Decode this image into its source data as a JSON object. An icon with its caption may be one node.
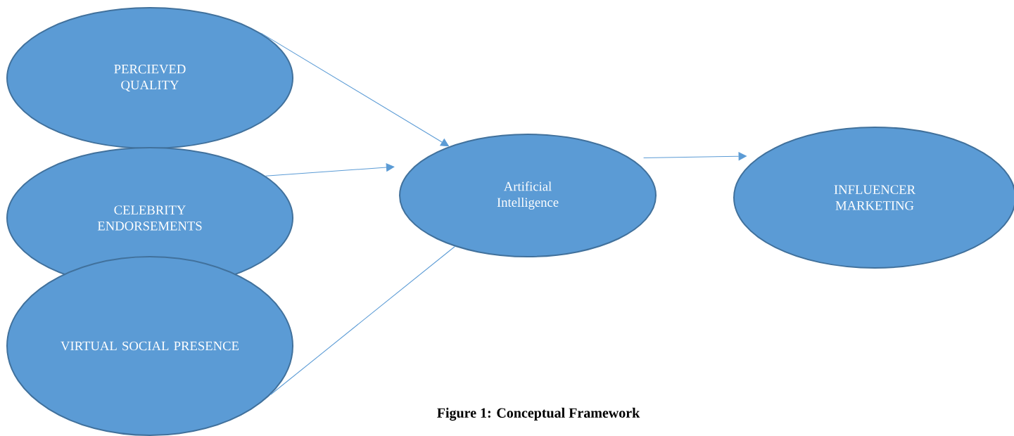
{
  "diagram": {
    "caption": "Figure 1: Conceptual Framework",
    "nodes": [
      {
        "text": [
          "PERCIEVED QUALITY"
        ]
      },
      {
        "text": [
          "CELEBRITY ENDORSEMENTS"
        ]
      },
      {
        "text": [
          "VIRTUAL SOCIAL PRESENCE"
        ]
      },
      {
        "text": [
          "Artificial Intelligence"
        ]
      },
      {
        "text": [
          "INFLUENCER MARKETING"
        ]
      }
    ],
    "edges": [
      {
        "from": 0,
        "to": 3,
        "arrow": "to"
      },
      {
        "from": 1,
        "to": 3,
        "arrow": "to"
      },
      {
        "from": 2,
        "to": 3,
        "arrow": "none"
      },
      {
        "from": 3,
        "to": 4,
        "arrow": "to"
      }
    ]
  }
}
